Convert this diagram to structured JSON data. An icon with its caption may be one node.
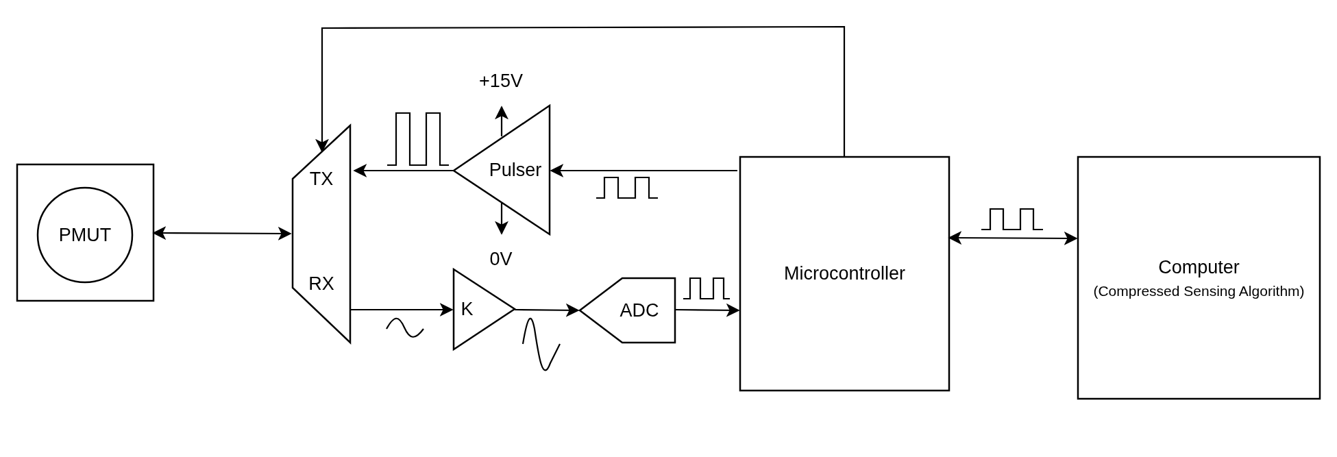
{
  "diagram": {
    "nodes": [
      {
        "text": [],
        "shape": "box"
      },
      {
        "text": [
          "PMUT"
        ],
        "in": 0
      },
      {
        "text": [
          "TX",
          "RX"
        ]
      },
      {
        "text": [
          "Pulser"
        ]
      },
      {
        "text": [
          "+15V"
        ]
      },
      {
        "text": [
          "0V"
        ]
      },
      {
        "text": [
          "K"
        ]
      },
      {
        "text": [
          "ADC"
        ]
      },
      {
        "text": [
          "Microcontroller"
        ]
      },
      {
        "text": [
          "Computer",
          "(Compressed Sensing Algorithm)"
        ]
      }
    ],
    "edges": [
      {
        "from": 0,
        "to": 2,
        "arrow": "both"
      },
      {
        "from": 3,
        "to": 2,
        "arrow": "to"
      },
      {
        "from": 3,
        "to": 4,
        "arrow": "to"
      },
      {
        "from": 3,
        "to": 5,
        "arrow": "to"
      },
      {
        "from": 8,
        "to": 3,
        "arrow": "to"
      },
      {
        "from": 8,
        "to": 2,
        "arrow": "to"
      },
      {
        "from": 2,
        "to": 6,
        "arrow": "to"
      },
      {
        "from": 6,
        "to": 7,
        "arrow": "to"
      },
      {
        "from": 7,
        "to": 8,
        "arrow": "to"
      },
      {
        "from": 8,
        "to": 9,
        "arrow": "both"
      }
    ]
  }
}
